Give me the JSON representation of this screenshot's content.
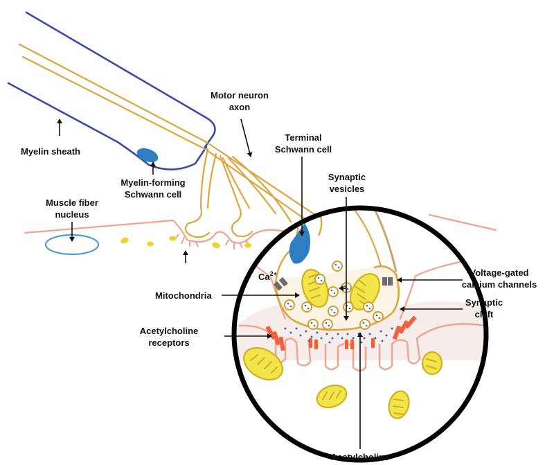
{
  "labels": {
    "myelin_sheath": "Myelin sheath",
    "myelin_forming_schwann_1": "Myelin-forming",
    "myelin_forming_schwann_2": "Schwann cell",
    "motor_neuron_axon_1": "Motor neuron",
    "motor_neuron_axon_2": "axon",
    "terminal_schwann_1": "Terminal",
    "terminal_schwann_2": "Schwann cell",
    "synaptic_vesicles_1": "Synaptic",
    "synaptic_vesicles_2": "vesicles",
    "muscle_fiber_nucleus_1": "Muscle fiber",
    "muscle_fiber_nucleus_2": "nucleus",
    "calcium": "Ca",
    "calcium_charge": "2+",
    "voltage_gated_1": "Voltage-gated",
    "voltage_gated_2": "calcium channels",
    "synaptic_cleft_1": "Synaptic",
    "synaptic_cleft_2": "cleft",
    "mitochondria": "Mitochondria",
    "ach_receptors_1": "Acetylcholine",
    "ach_receptors_2": "receptors",
    "acetylcholine": "Acetylcholine"
  },
  "colors": {
    "myelin": "#3b4aa8",
    "axon": "#dca63a",
    "schwann_nucleus": "#2f7ec2",
    "muscle_membrane": "#f2a28e",
    "mitochondria": "#f3e44c",
    "receptors": "#f0603d",
    "acetylcholine": "#2f6fb0",
    "magnifier_ring": "#000000"
  }
}
